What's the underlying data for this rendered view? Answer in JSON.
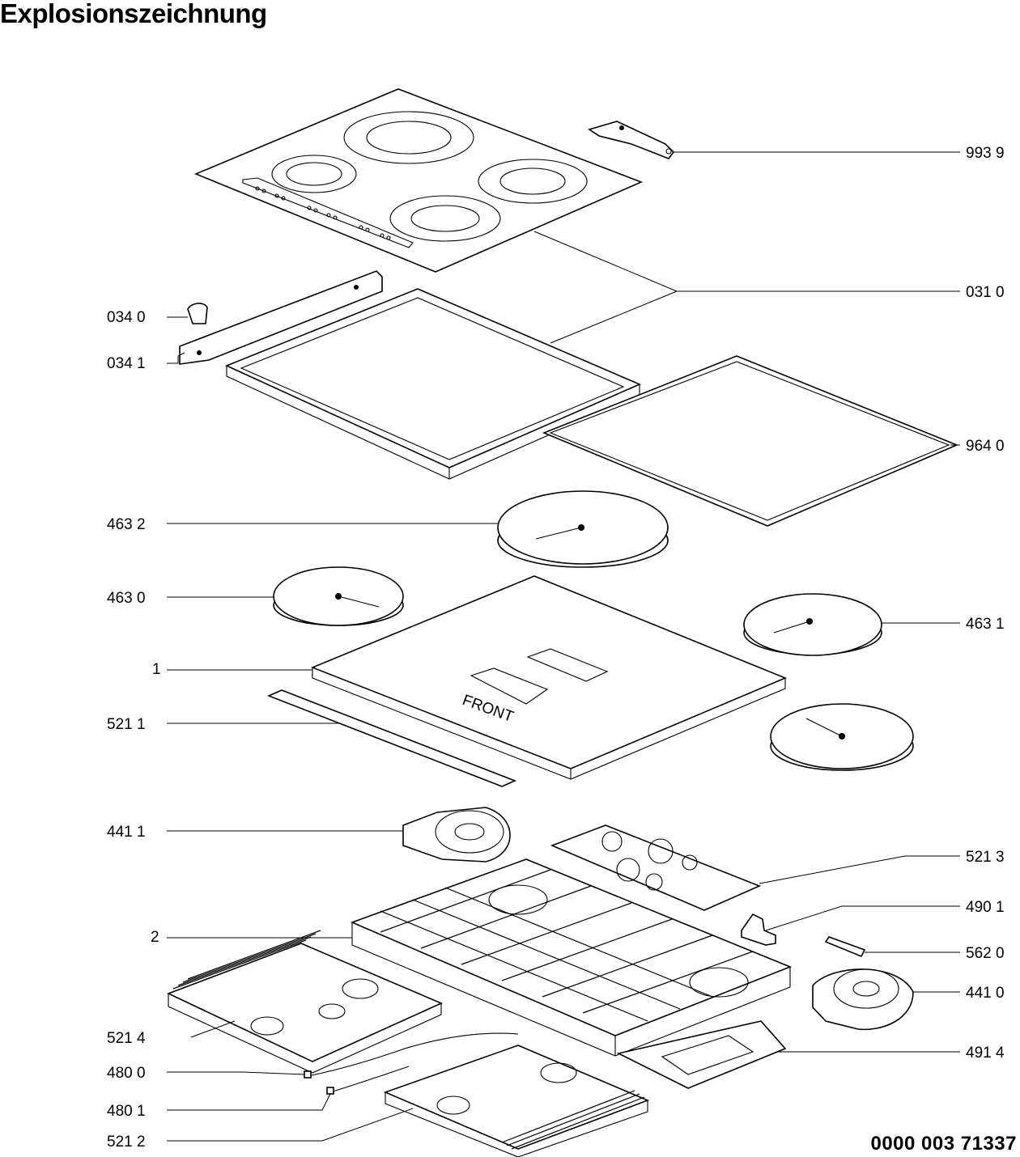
{
  "title": "Explosionszeichnung",
  "drawing_number": "0000 003 71337",
  "callouts": {
    "c9939": "993 9",
    "c0310": "031 0",
    "c0340": "034 0",
    "c0341": "034 1",
    "c9640": "964 0",
    "c4632": "463 2",
    "c4630": "463 0",
    "c4631": "463 1",
    "c1": "1",
    "c5211": "521 1",
    "c4411": "441 1",
    "c5213": "521 3",
    "c4901": "490 1",
    "c2": "2",
    "c5620": "562 0",
    "c4410": "441 0",
    "c5214": "521 4",
    "c4914": "491 4",
    "c4800": "480 0",
    "c4801": "480 1",
    "c5212": "521 2"
  },
  "embossed": {
    "front": "FRONT"
  }
}
